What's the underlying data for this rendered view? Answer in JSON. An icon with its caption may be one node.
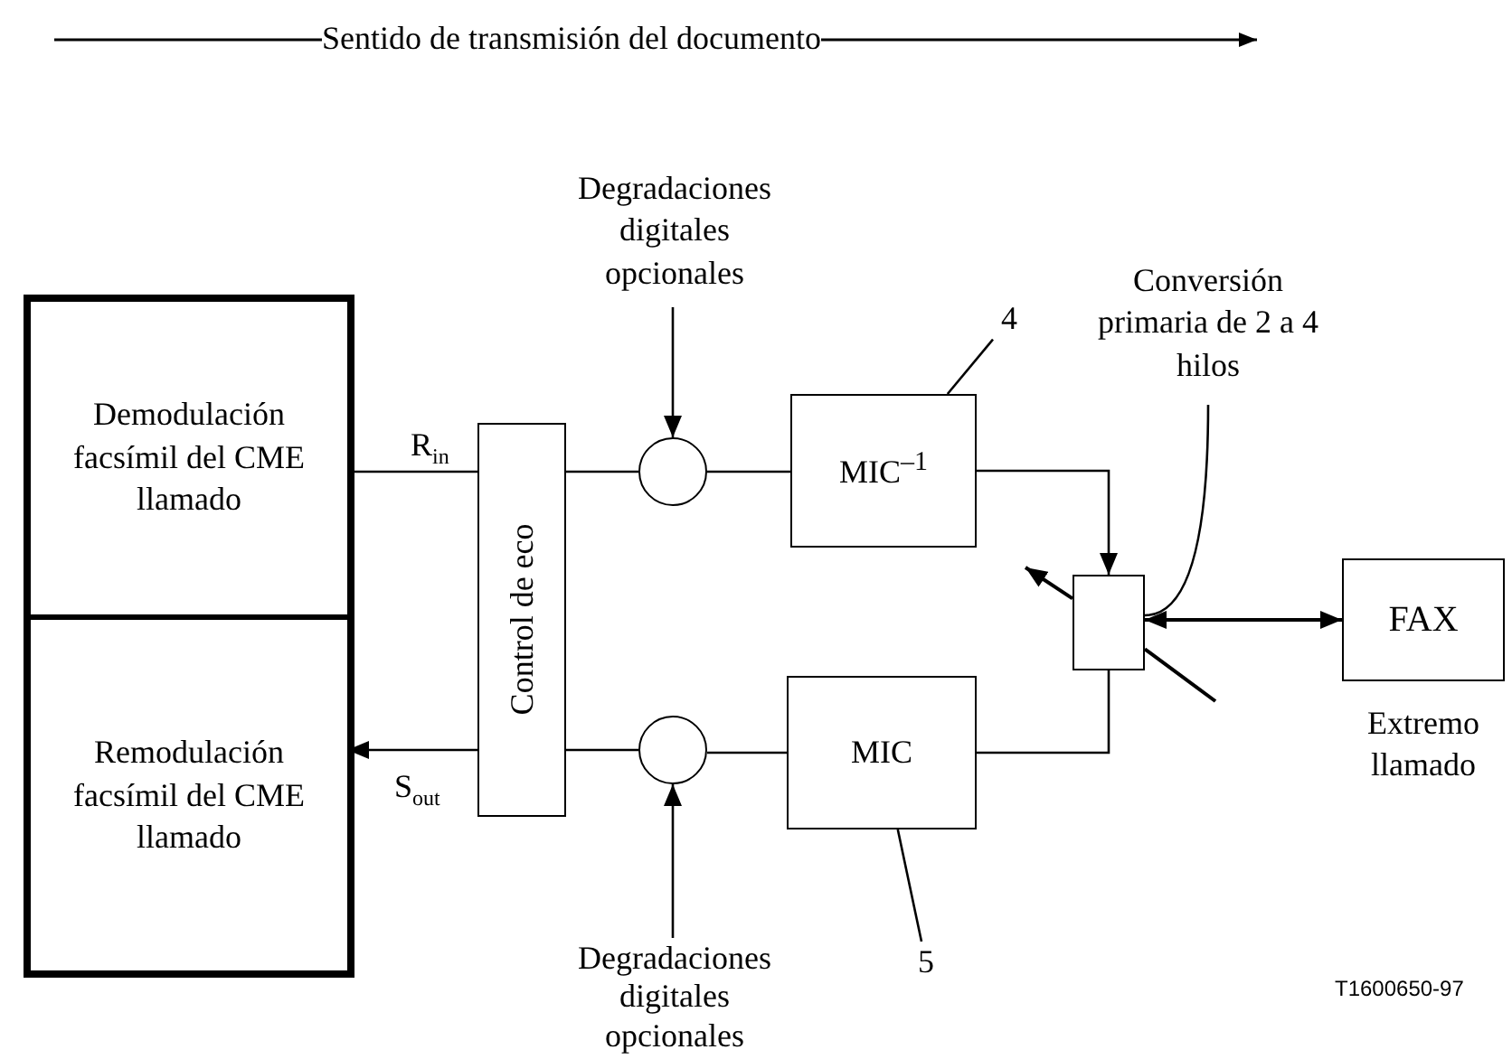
{
  "diagram": {
    "nodes": [
      {
        "text": [
          "Degradaciones digitales opcionales"
        ]
      },
      {
        "text": [
          "4"
        ]
      },
      {
        "text": [
          "Conversión primaria de 2 a 4 hilos"
        ]
      },
      {
        "text": [],
        "shape": "box"
      },
      {
        "text": [
          "Demodulación facsímil del CME llamado"
        ],
        "in": 3
      },
      {
        "text": [
          "Remodulación facsímil del CME llamado"
        ],
        "in": 3
      },
      {
        "text": [
          "Control de eco"
        ]
      },
      {
        "text": [],
        "shape": "circle"
      },
      {
        "text": [
          "MIC$^{–1}$"
        ]
      },
      {
        "text": [],
        "shape": "box"
      },
      {
        "text": [
          "FAX"
        ],
        "beside": [
          "Extremo llamado"
        ]
      },
      {
        "text": [],
        "shape": "circle"
      },
      {
        "text": [
          "MIC"
        ]
      },
      {
        "text": [
          "5"
        ]
      },
      {
        "text": [
          "Degradaciones digitales opcionales"
        ]
      }
    ],
    "edges": [
      {
        "from": 4,
        "to": 6,
        "arrow": "none",
        "label": "R$_{in}$"
      },
      {
        "from": 6,
        "to": 5,
        "arrow": "to",
        "label": "S$_{out}$"
      },
      {
        "from": 6,
        "to": 7,
        "arrow": "none"
      },
      {
        "from": 7,
        "to": 8,
        "arrow": "none"
      },
      {
        "from": 8,
        "to": 9,
        "arrow": "to"
      },
      {
        "from": 9,
        "to": 12,
        "arrow": "none"
      },
      {
        "from": 12,
        "to": 11,
        "arrow": "none"
      },
      {
        "from": 11,
        "to": 6,
        "arrow": "none"
      },
      {
        "from": 9,
        "to": 10,
        "arrow": "both"
      },
      {
        "from": 0,
        "to": 7,
        "arrow": "to"
      },
      {
        "from": 14,
        "to": 11,
        "arrow": "to"
      },
      {
        "from": 9,
        "to": null,
        "arrow": "to"
      },
      {
        "from": null,
        "to": 9,
        "arrow": "none"
      },
      {
        "from": 1,
        "to": 8,
        "arrow": "none"
      },
      {
        "from": 13,
        "to": 12,
        "arrow": "none"
      },
      {
        "from": 2,
        "to": 9,
        "arrow": "none"
      }
    ],
    "labels": [
      "Sentido de transmisión del documento",
      "T1600650-97"
    ]
  }
}
